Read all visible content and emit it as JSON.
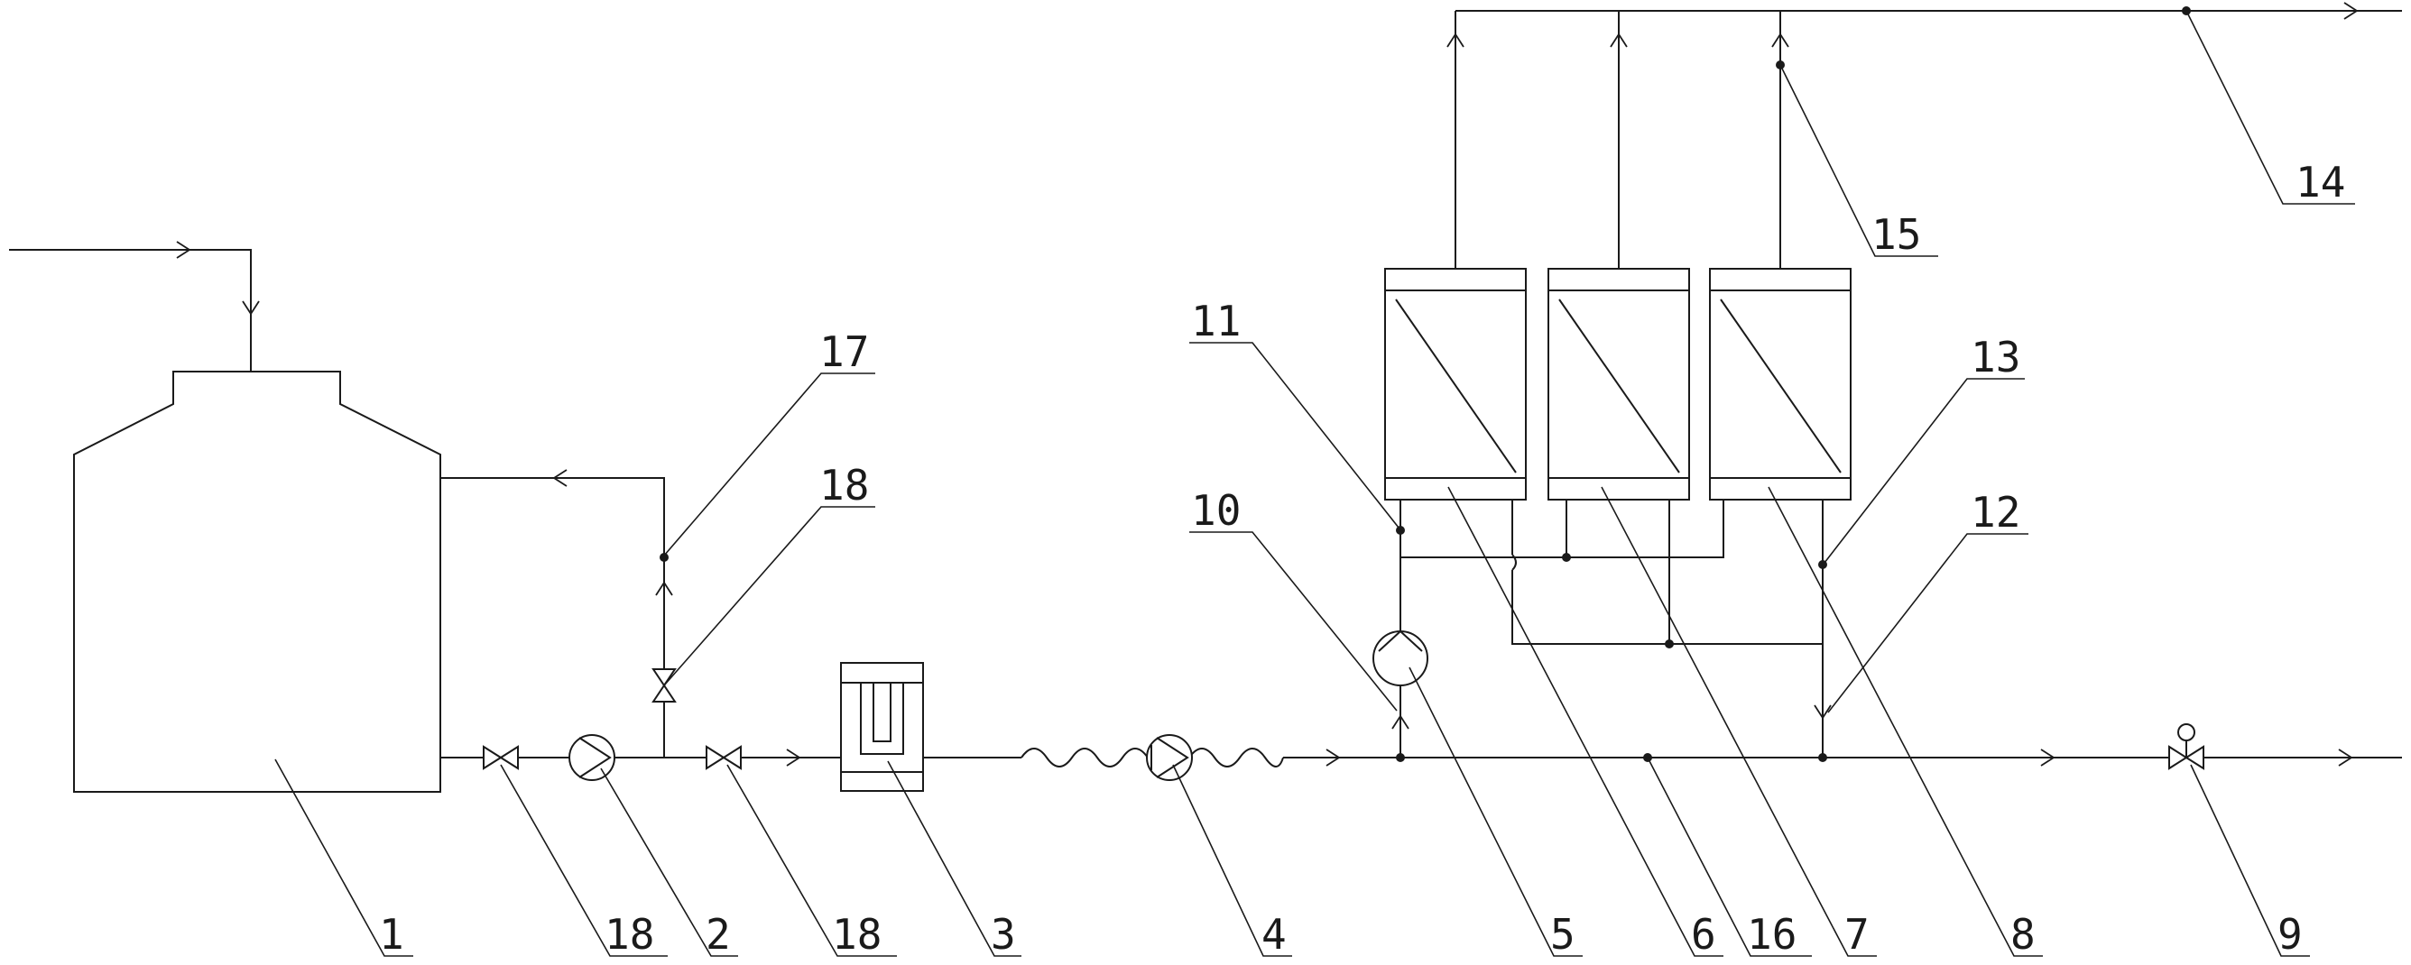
{
  "labels": {
    "l1": "1",
    "l2": "2",
    "l3": "3",
    "l4": "4",
    "l5": "5",
    "l6": "6",
    "l7": "7",
    "l8": "8",
    "l9": "9",
    "l10": "10",
    "l11": "11",
    "l12": "12",
    "l13": "13",
    "l14": "14",
    "l15": "15",
    "l16": "16",
    "l17": "17",
    "l18_top": "18",
    "l18_left": "18",
    "l18_right": "18"
  }
}
